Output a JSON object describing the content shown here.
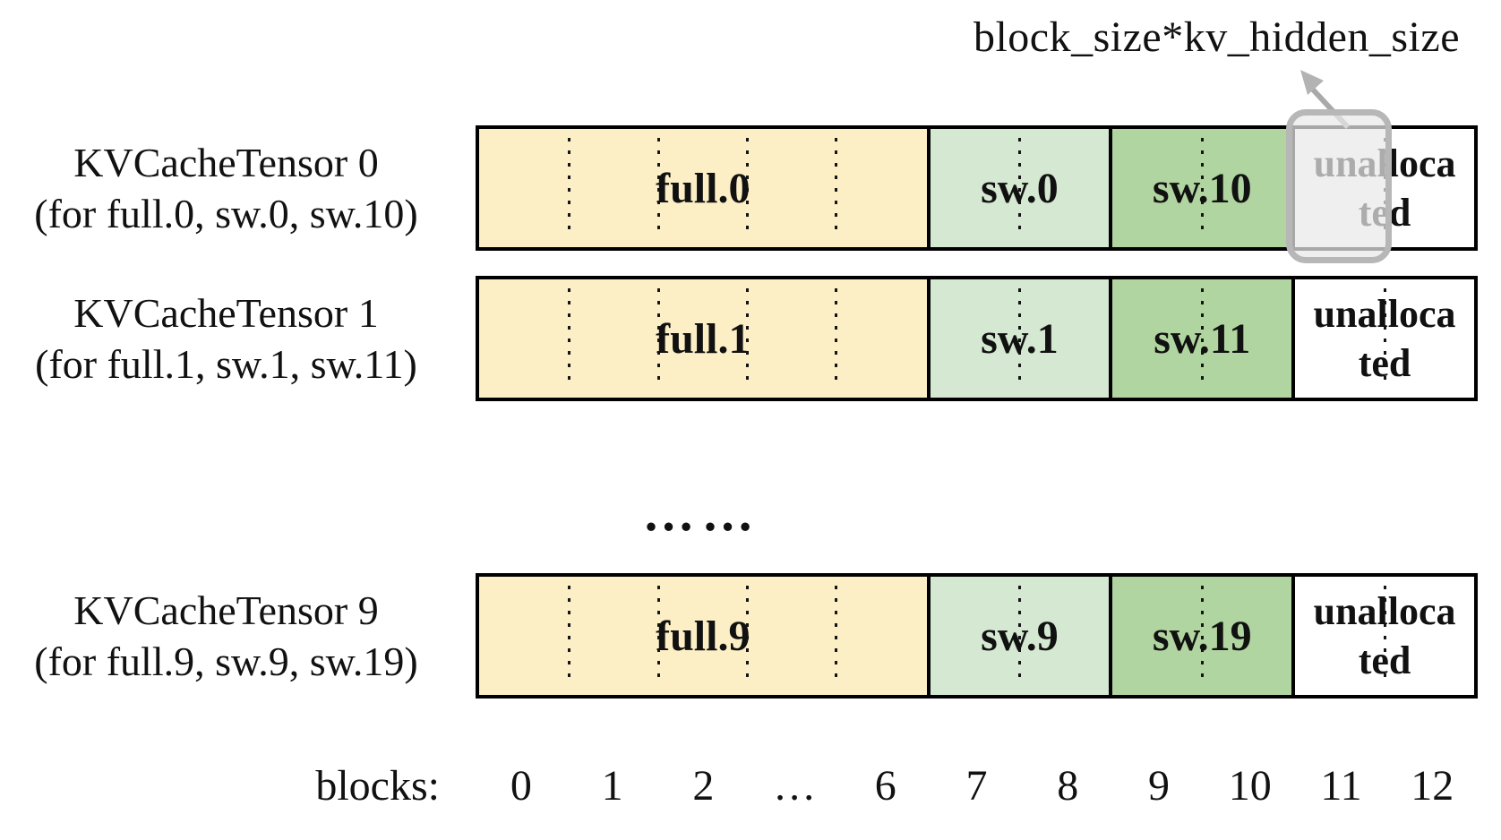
{
  "figure": {
    "annotation": {
      "label": "block_size*kv_hidden_size"
    },
    "ellipsis": "……",
    "axis": {
      "title": "blocks:",
      "labels": [
        "0",
        "1",
        "2",
        "…",
        "6",
        "7",
        "8",
        "9",
        "10",
        "11",
        "12"
      ]
    },
    "rows": [
      {
        "title": "KVCacheTensor 0",
        "subtitle": "(for full.0, sw.0, sw.10)",
        "segments": [
          {
            "label": "full.0",
            "blocks": 5
          },
          {
            "label": "sw.0",
            "blocks": 2
          },
          {
            "label": "sw.10",
            "blocks": 2
          },
          {
            "label": "unalloca\nted",
            "blocks": 2
          }
        ],
        "highlighted_block": "11"
      },
      {
        "title": "KVCacheTensor 1",
        "subtitle": "(for full.1, sw.1, sw.11)",
        "segments": [
          {
            "label": "full.1",
            "blocks": 5
          },
          {
            "label": "sw.1",
            "blocks": 2
          },
          {
            "label": "sw.11",
            "blocks": 2
          },
          {
            "label": "unalloca\nted",
            "blocks": 2
          }
        ]
      },
      {
        "title": "KVCacheTensor 9",
        "subtitle": "(for full.9, sw.9, sw.19)",
        "segments": [
          {
            "label": "full.9",
            "blocks": 5
          },
          {
            "label": "sw.9",
            "blocks": 2
          },
          {
            "label": "sw.19",
            "blocks": 2
          },
          {
            "label": "unalloca\nted",
            "blocks": 2
          }
        ]
      }
    ],
    "colors": {
      "full_fill": "#FCEEC5",
      "sw_fill": "#D5E8D1",
      "sw2_fill": "#B1D5A0",
      "unallocated_fill": "#FFFFFF",
      "border": "#000000",
      "highlight_border": "#B7B7B7",
      "highlight_fill": "#E9E9E9",
      "arrow": "#A9A9A9"
    }
  }
}
